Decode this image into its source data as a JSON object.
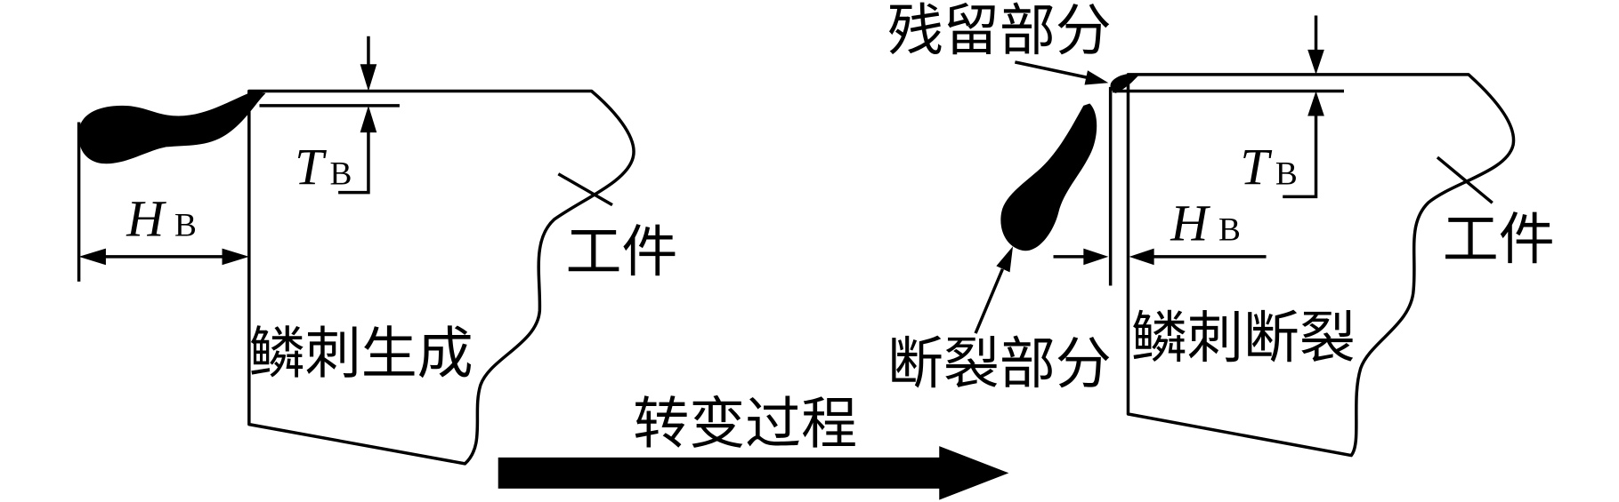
{
  "left_panel": {
    "workpiece_label": "工件",
    "state_label": "鳞刺生成",
    "thickness_symbol": "T",
    "thickness_subscript": "B",
    "height_symbol": "H",
    "height_subscript": "B"
  },
  "right_panel": {
    "residual_label": "残留部分",
    "fractured_label": "断裂部分",
    "workpiece_label": "工件",
    "state_label": "鳞刺断裂",
    "thickness_symbol": "T",
    "thickness_subscript": "B",
    "height_symbol": "H",
    "height_subscript": "B"
  },
  "transition": {
    "label": "转变过程"
  },
  "colors": {
    "ink": "#000000",
    "background": "#ffffff"
  }
}
